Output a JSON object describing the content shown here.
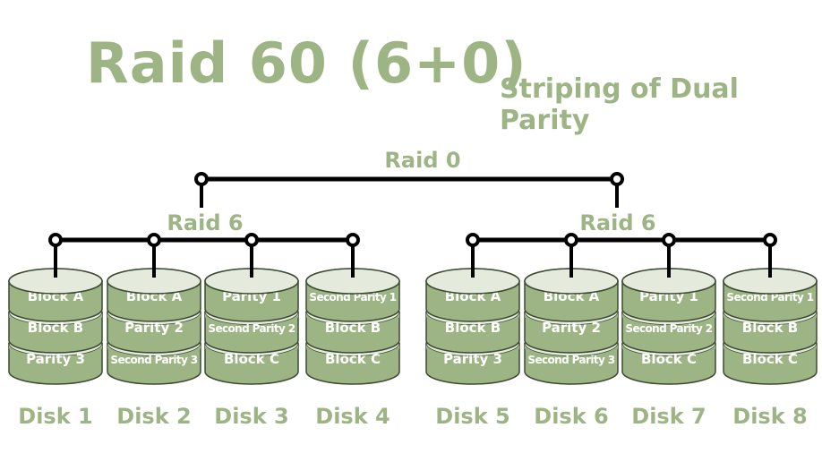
{
  "title": "Raid 60 (6+0)",
  "subtitle": "Striping of Dual Parity",
  "colors": {
    "accent": "#9db584",
    "disk_body": "#9db584",
    "disk_cap": "#e4ebdd",
    "line": "#000000",
    "label_text": "#ffffff"
  },
  "raid0": {
    "label": "Raid 0"
  },
  "groups": [
    {
      "label": "Raid 6",
      "disks": [
        {
          "name": "Disk 1",
          "blocks": [
            "Block A",
            "Block B",
            "Parity 3"
          ]
        },
        {
          "name": "Disk 2",
          "blocks": [
            "Block A",
            "Parity 2",
            "Second Parity 3"
          ]
        },
        {
          "name": "Disk 3",
          "blocks": [
            "Parity 1",
            "Second Parity 2",
            "Block C"
          ]
        },
        {
          "name": "Disk 4",
          "blocks": [
            "Second Parity 1",
            "Block B",
            "Block C"
          ]
        }
      ]
    },
    {
      "label": "Raid 6",
      "disks": [
        {
          "name": "Disk 5",
          "blocks": [
            "Block A",
            "Block B",
            "Parity 3"
          ]
        },
        {
          "name": "Disk 6",
          "blocks": [
            "Block A",
            "Parity 2",
            "Second Parity 3"
          ]
        },
        {
          "name": "Disk 7",
          "blocks": [
            "Parity 1",
            "Second Parity 2",
            "Block C"
          ]
        },
        {
          "name": "Disk 8",
          "blocks": [
            "Second Parity 1",
            "Block B",
            "Block C"
          ]
        }
      ]
    }
  ]
}
